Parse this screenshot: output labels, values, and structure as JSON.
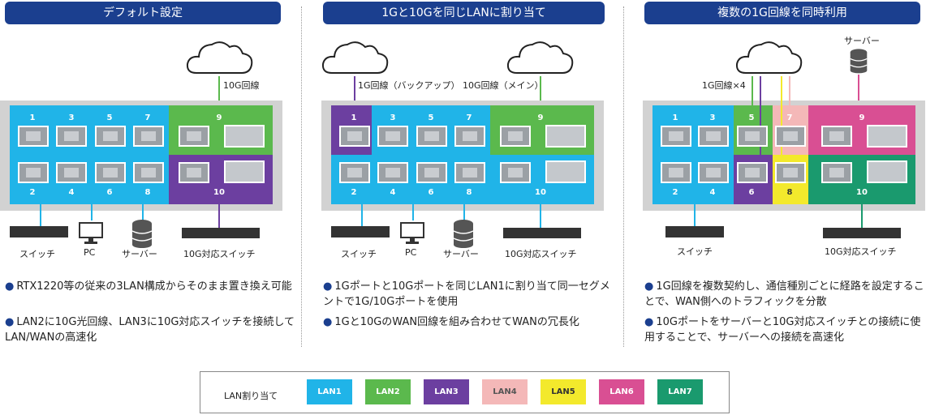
{
  "colors": {
    "lan1": "#20b4e8",
    "lan2": "#5bb94d",
    "lan3": "#6c3fa0",
    "lan4": "#f4b8b8",
    "lan5": "#f3e92c",
    "lan6": "#d94f93",
    "lan7": "#1a9a6e",
    "title_bg": "#1b3f8f",
    "body": "#d2d2d2"
  },
  "panel1": {
    "title": "デフォルト設定",
    "port_numbers": {
      "p1": "1",
      "p3": "3",
      "p5": "5",
      "p7": "7",
      "p2": "2",
      "p4": "4",
      "p6": "6",
      "p8": "8",
      "p9": "9",
      "p10": "10"
    },
    "wan_label": "10G回線",
    "devices": {
      "switch": "スイッチ",
      "pc": "PC",
      "server": "サーバー",
      "switch10g": "10G対応スイッチ"
    },
    "bullets": [
      "RTX1220等の従来の3LAN構成からそのまま置き換え可能",
      "LAN2に10G光回線、LAN3に10G対応スイッチを接続してLAN/WANの高速化"
    ]
  },
  "panel2": {
    "title": "1Gと10Gを同じLANに割り当て",
    "port_numbers": {
      "p1": "1",
      "p3": "3",
      "p5": "5",
      "p7": "7",
      "p2": "2",
      "p4": "4",
      "p6": "6",
      "p8": "8",
      "p9": "9",
      "p10": "10"
    },
    "wan_backup": "1G回線（バックアップ）",
    "wan_main": "10G回線（メイン）",
    "devices": {
      "switch": "スイッチ",
      "pc": "PC",
      "server": "サーバー",
      "switch10g": "10G対応スイッチ"
    },
    "bullets": [
      "1Gポートと10Gポートを同じLAN1に割り当て同一セグメントで1G/10Gポートを使用",
      "1Gと10GのWAN回線を組み合わせてWANの冗長化"
    ]
  },
  "panel3": {
    "title": "複数の1G回線を同時利用",
    "port_numbers": {
      "p1": "1",
      "p3": "3",
      "p5": "5",
      "p7": "7",
      "p2": "2",
      "p4": "4",
      "p6": "6",
      "p8": "8",
      "p9": "9",
      "p10": "10"
    },
    "wan_label": "1G回線×4",
    "server_label": "サーバー",
    "devices": {
      "switch": "スイッチ",
      "switch10g": "10G対応スイッチ"
    },
    "bullets": [
      "1G回線を複数契約し、通信種別ごとに経路を設定することで、WAN側へのトラフィックを分散",
      "10Gポートをサーバーと10G対応スイッチとの接続に使用することで、サーバーへの接続を高速化"
    ]
  },
  "legend": {
    "title": "LAN割り当て",
    "items": [
      "LAN1",
      "LAN2",
      "LAN3",
      "LAN4",
      "LAN5",
      "LAN6",
      "LAN7"
    ]
  }
}
